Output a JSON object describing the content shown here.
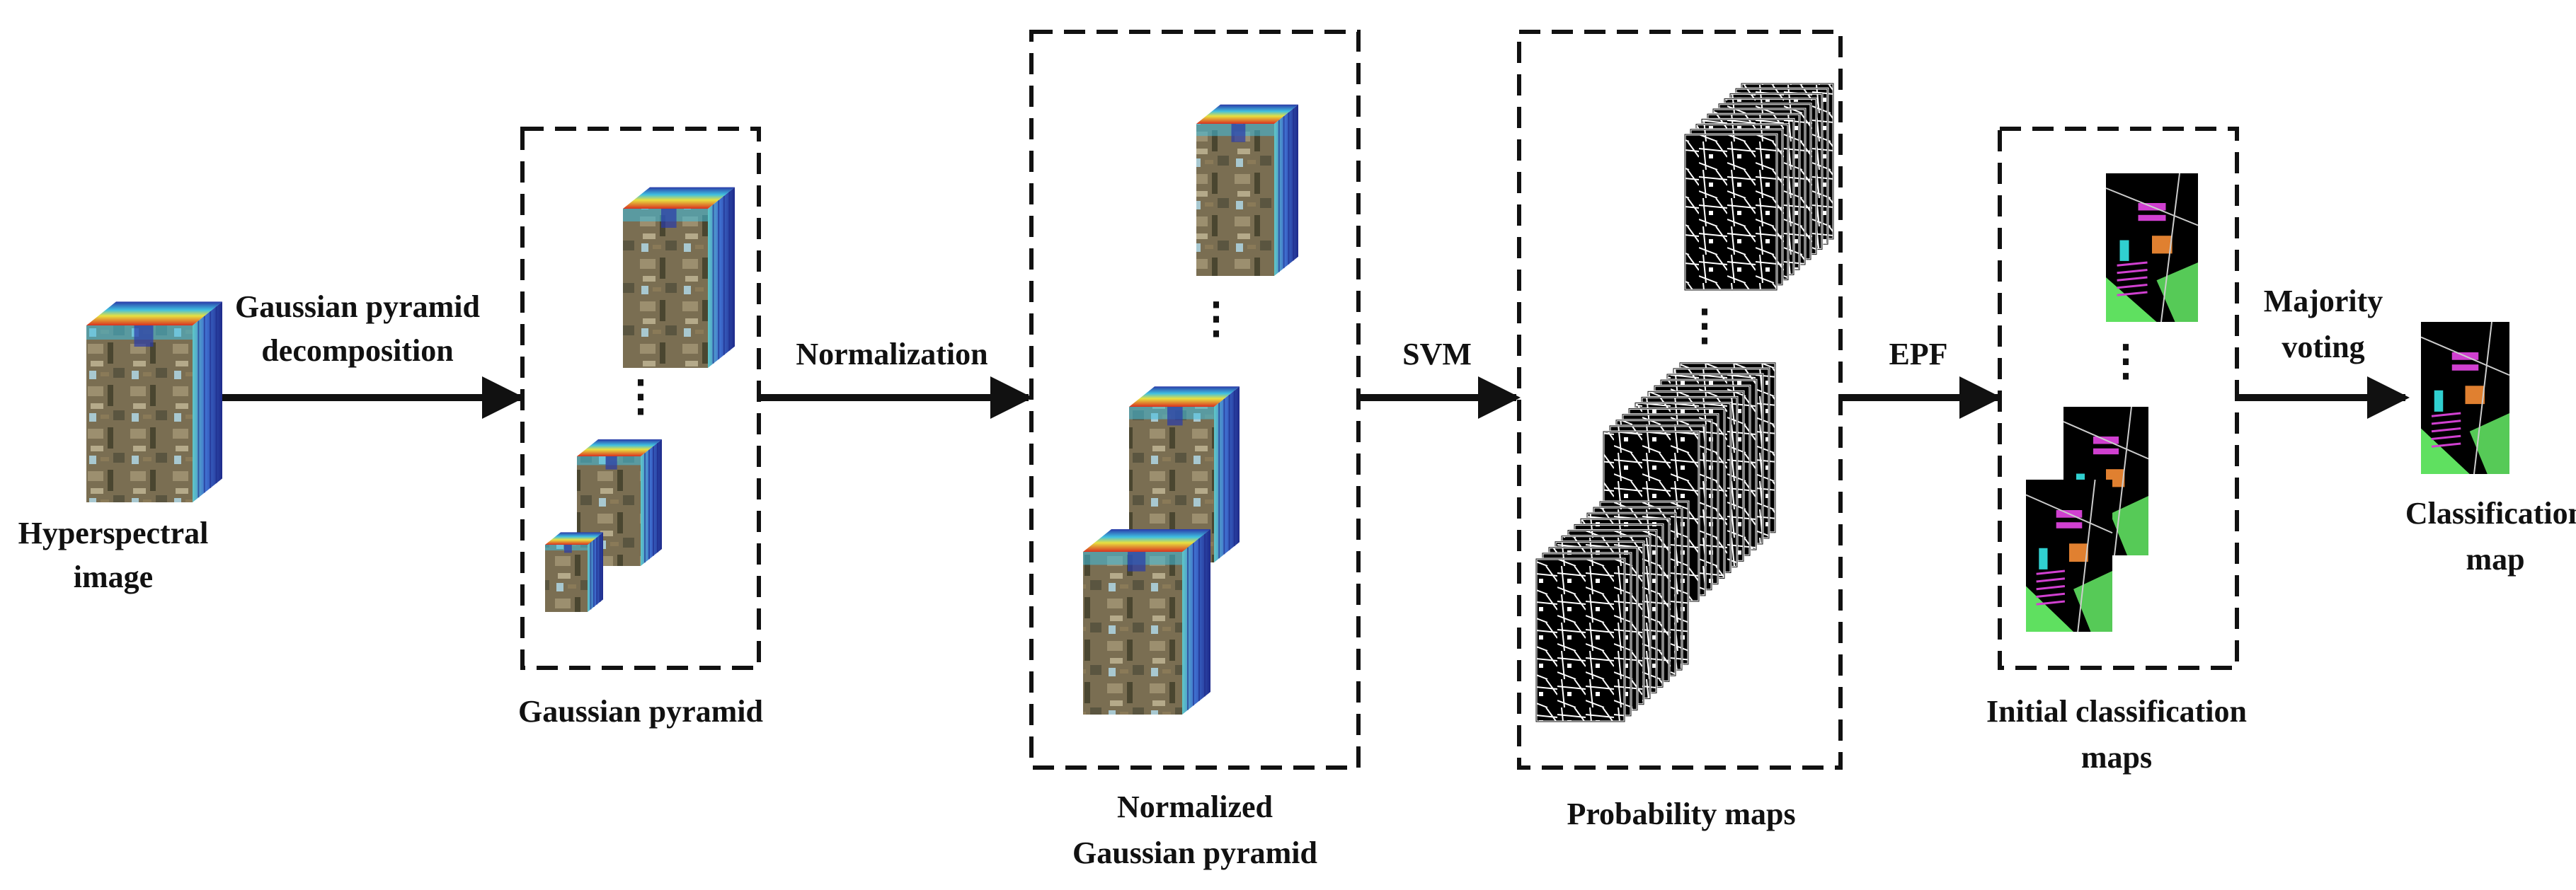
{
  "diagram": {
    "stages": [
      {
        "id": "hsi",
        "label_lines": [
          "Hyperspectral",
          "image"
        ]
      },
      {
        "id": "gp",
        "label_lines": [
          "Gaussian pyramid"
        ]
      },
      {
        "id": "ngp",
        "label_lines": [
          "Normalized",
          "Gaussian pyramid"
        ]
      },
      {
        "id": "prob",
        "label_lines": [
          "Probability maps"
        ]
      },
      {
        "id": "icm",
        "label_lines": [
          "Initial classification",
          "maps"
        ]
      },
      {
        "id": "cm",
        "label_lines": [
          "Classification",
          "map"
        ]
      }
    ],
    "arrows": [
      {
        "from": "hsi",
        "to": "gp",
        "label_lines": [
          "Gaussian pyramid",
          "decomposition"
        ]
      },
      {
        "from": "gp",
        "to": "ngp",
        "label_lines": [
          "Normalization"
        ]
      },
      {
        "from": "ngp",
        "to": "prob",
        "label_lines": [
          "SVM"
        ]
      },
      {
        "from": "prob",
        "to": "icm",
        "label_lines": [
          "EPF"
        ]
      },
      {
        "from": "icm",
        "to": "cm",
        "label_lines": [
          "Majority",
          "voting"
        ]
      }
    ],
    "ellipsis": "⋮",
    "colors": {
      "line": "#111111",
      "scene_dark": "#4a4630",
      "scene_mid": "#7a6e52",
      "scene_light": "#9c8f6f",
      "cube_side_1": "#1e2a8a",
      "cube_side_2": "#3f6fd0",
      "cube_side_3": "#5fc8c8",
      "heat_red": "#d83020",
      "heat_yellow": "#e8e040",
      "heat_cyan": "#40c0e0",
      "heat_blue": "#2a3aa8",
      "map_bg": "#000000",
      "map_green": "#5fe060",
      "map_magenta": "#d040d0",
      "map_orange": "#e08030",
      "map_cyan": "#30d0d0"
    }
  }
}
